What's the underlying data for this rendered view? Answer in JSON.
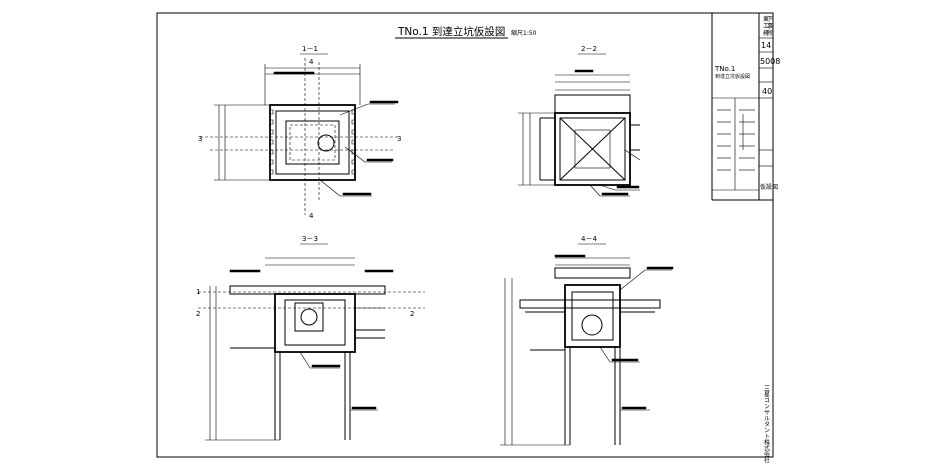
{
  "drawing": {
    "title": "TNo.1 到達立坑仮設図",
    "scale": "縮尺1:50"
  },
  "title_block": {
    "vertical_header": [
      "東",
      "下",
      "工",
      "事",
      "務",
      "所"
    ],
    "sheet_number": "14",
    "code_number": "5008",
    "drawing_name_line1": "TNo.1",
    "drawing_name_line2": "到達立坑仮設図",
    "page_number": "40",
    "category": "仮設図",
    "company_vertical": "三星コンサルタント株式会社"
  },
  "sections": [
    {
      "label": "1－1",
      "markers": [
        "4",
        "3",
        "3",
        "4"
      ]
    },
    {
      "label": "2－2"
    },
    {
      "label": "3－3",
      "markers": [
        "1",
        "2",
        "2"
      ]
    },
    {
      "label": "4－4"
    }
  ]
}
